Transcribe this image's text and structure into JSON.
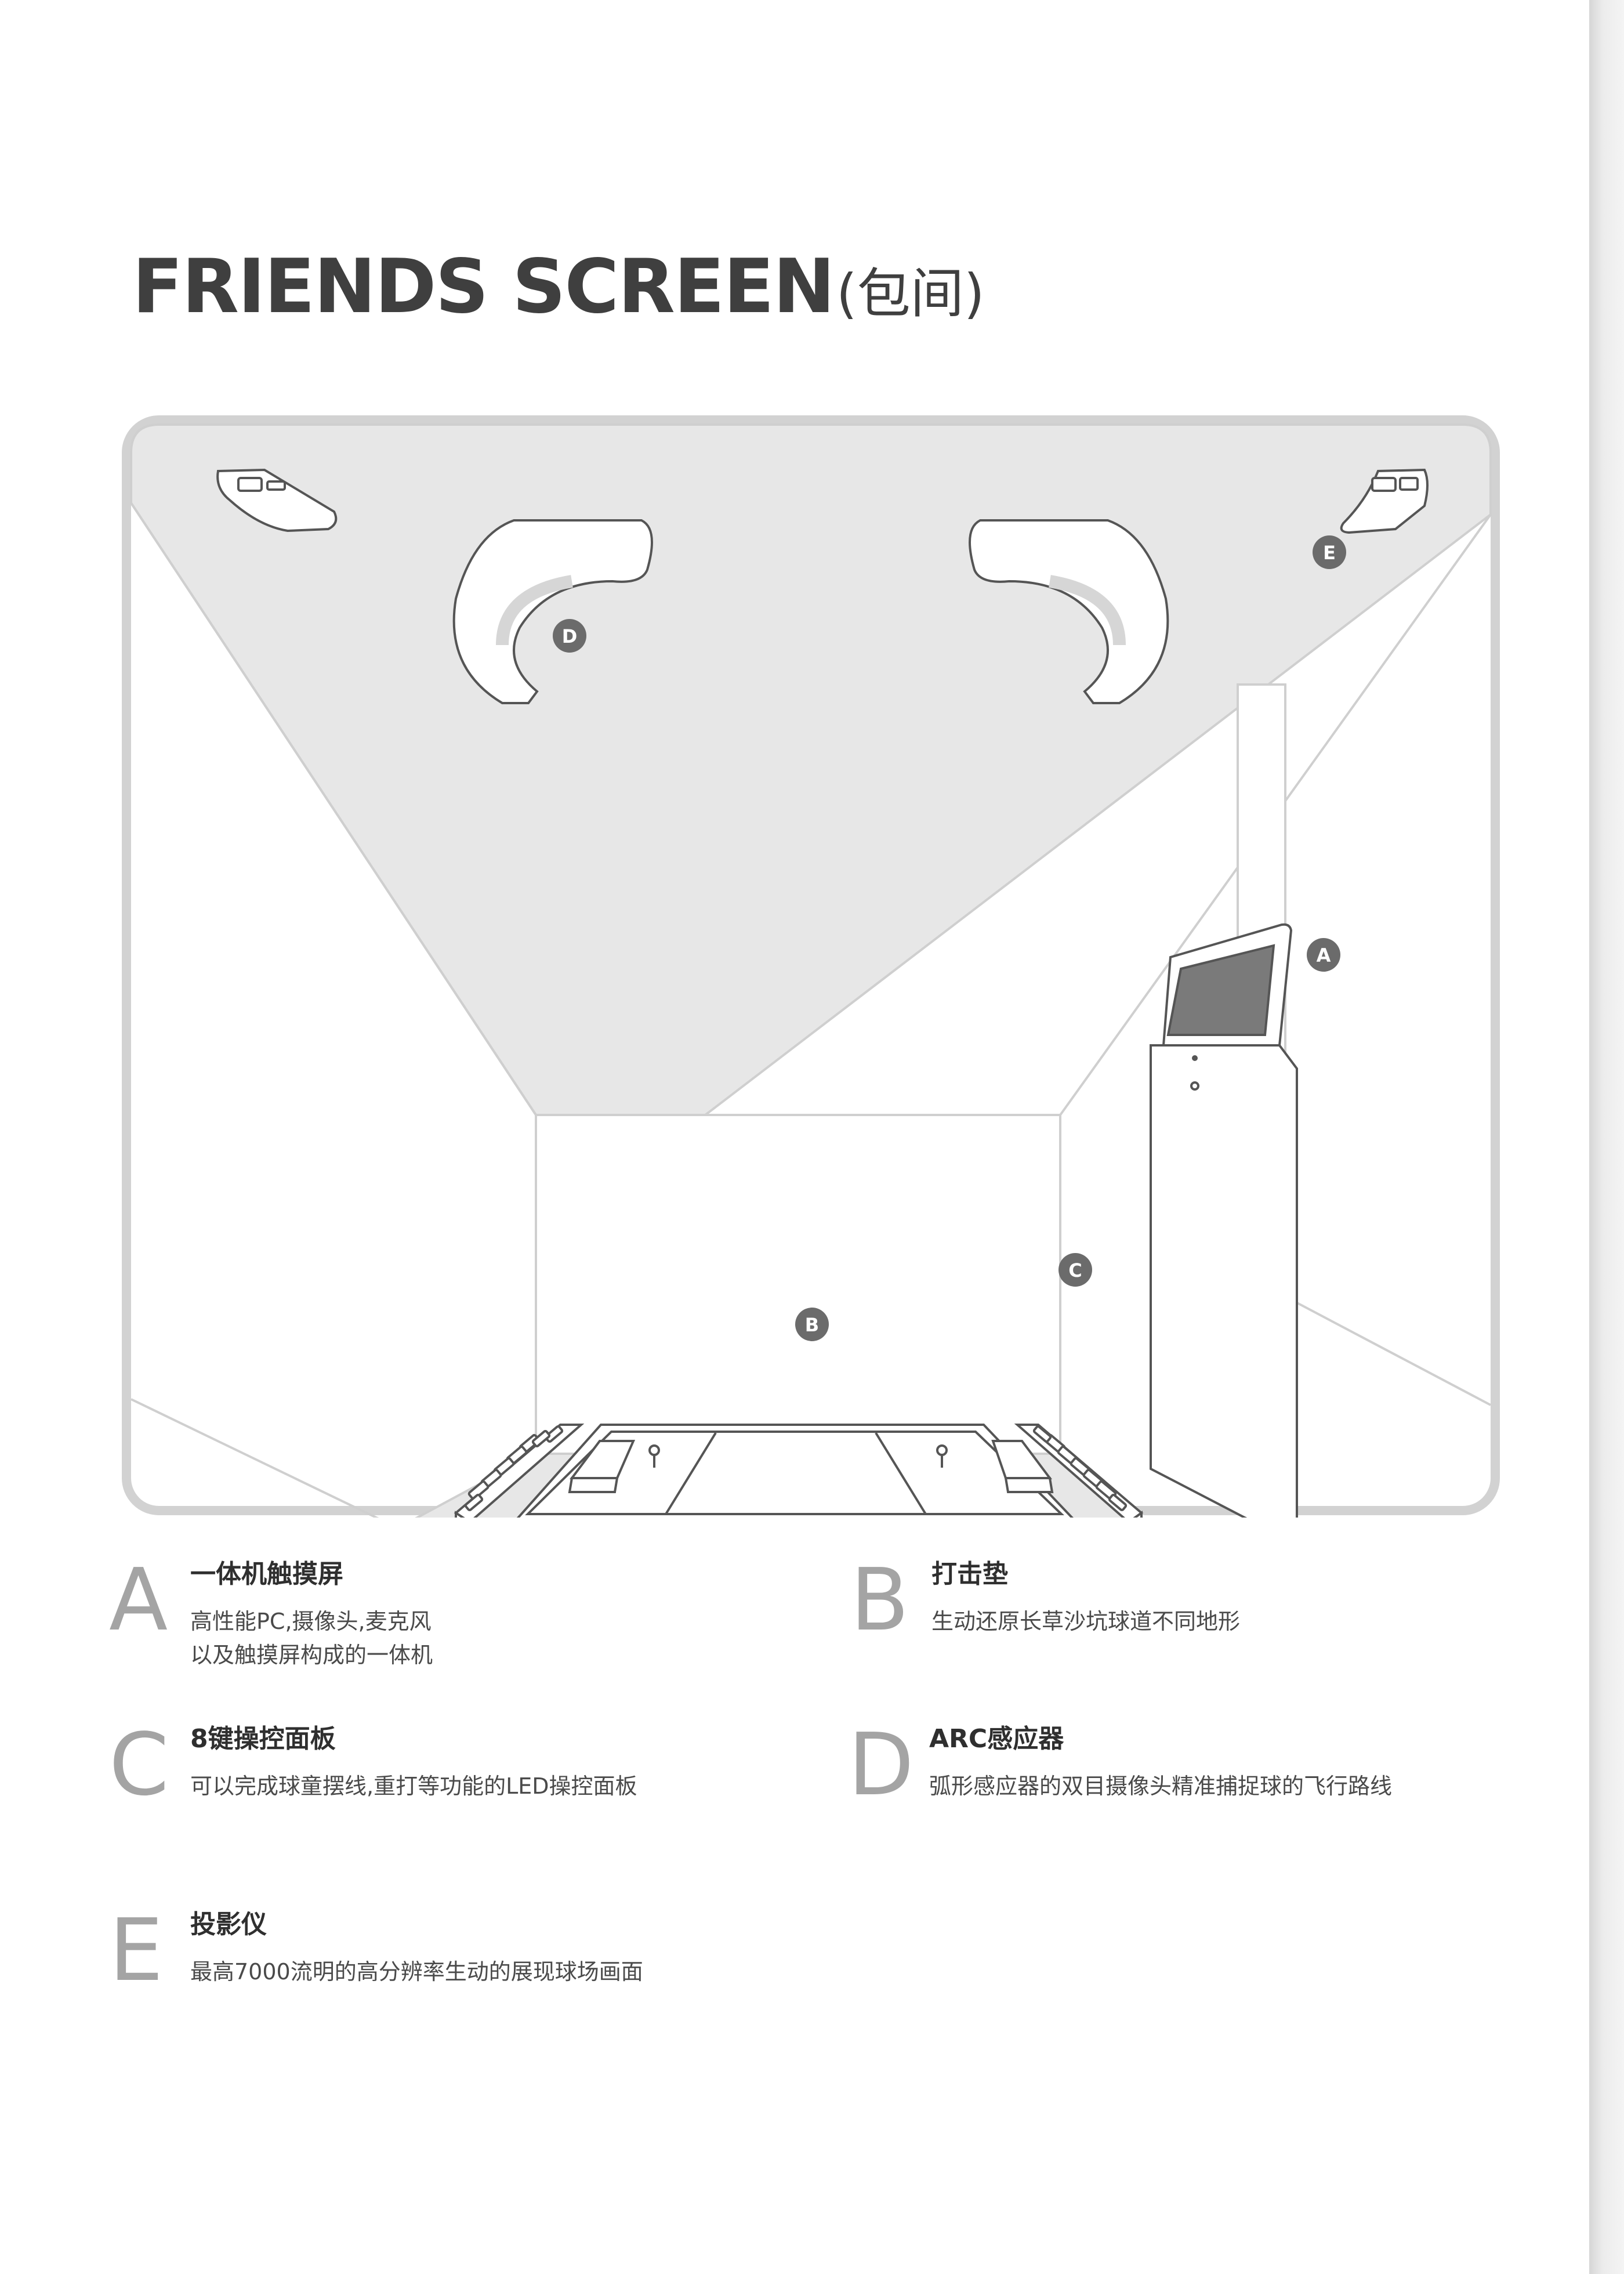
{
  "title": {
    "main": "FRIENDS SCREEN",
    "sub": "(包间)"
  },
  "callouts": {
    "a": "A",
    "b": "B",
    "c": "C",
    "d": "D",
    "e": "E"
  },
  "legend": {
    "a": {
      "letter": "A",
      "title": "一体机触摸屏",
      "lines": [
        "高性能PC,摄像头,麦克风",
        "以及触摸屏构成的一体机"
      ]
    },
    "b": {
      "letter": "B",
      "title": "打击垫",
      "lines": [
        "生动还原长草沙坑球道不同地形"
      ]
    },
    "c": {
      "letter": "C",
      "title": "8键操控面板",
      "lines": [
        "可以完成球童摆线,重打等功能的LED操控面板"
      ]
    },
    "d": {
      "letter": "D",
      "title": "ARC感应器",
      "lines": [
        "弧形感应器的双目摄像头精准捕捉球的飞行路线"
      ]
    },
    "e": {
      "letter": "E",
      "title": "投影仪",
      "lines": [
        "最高7000流明的高分辨率生动的展现球场画面"
      ]
    }
  }
}
